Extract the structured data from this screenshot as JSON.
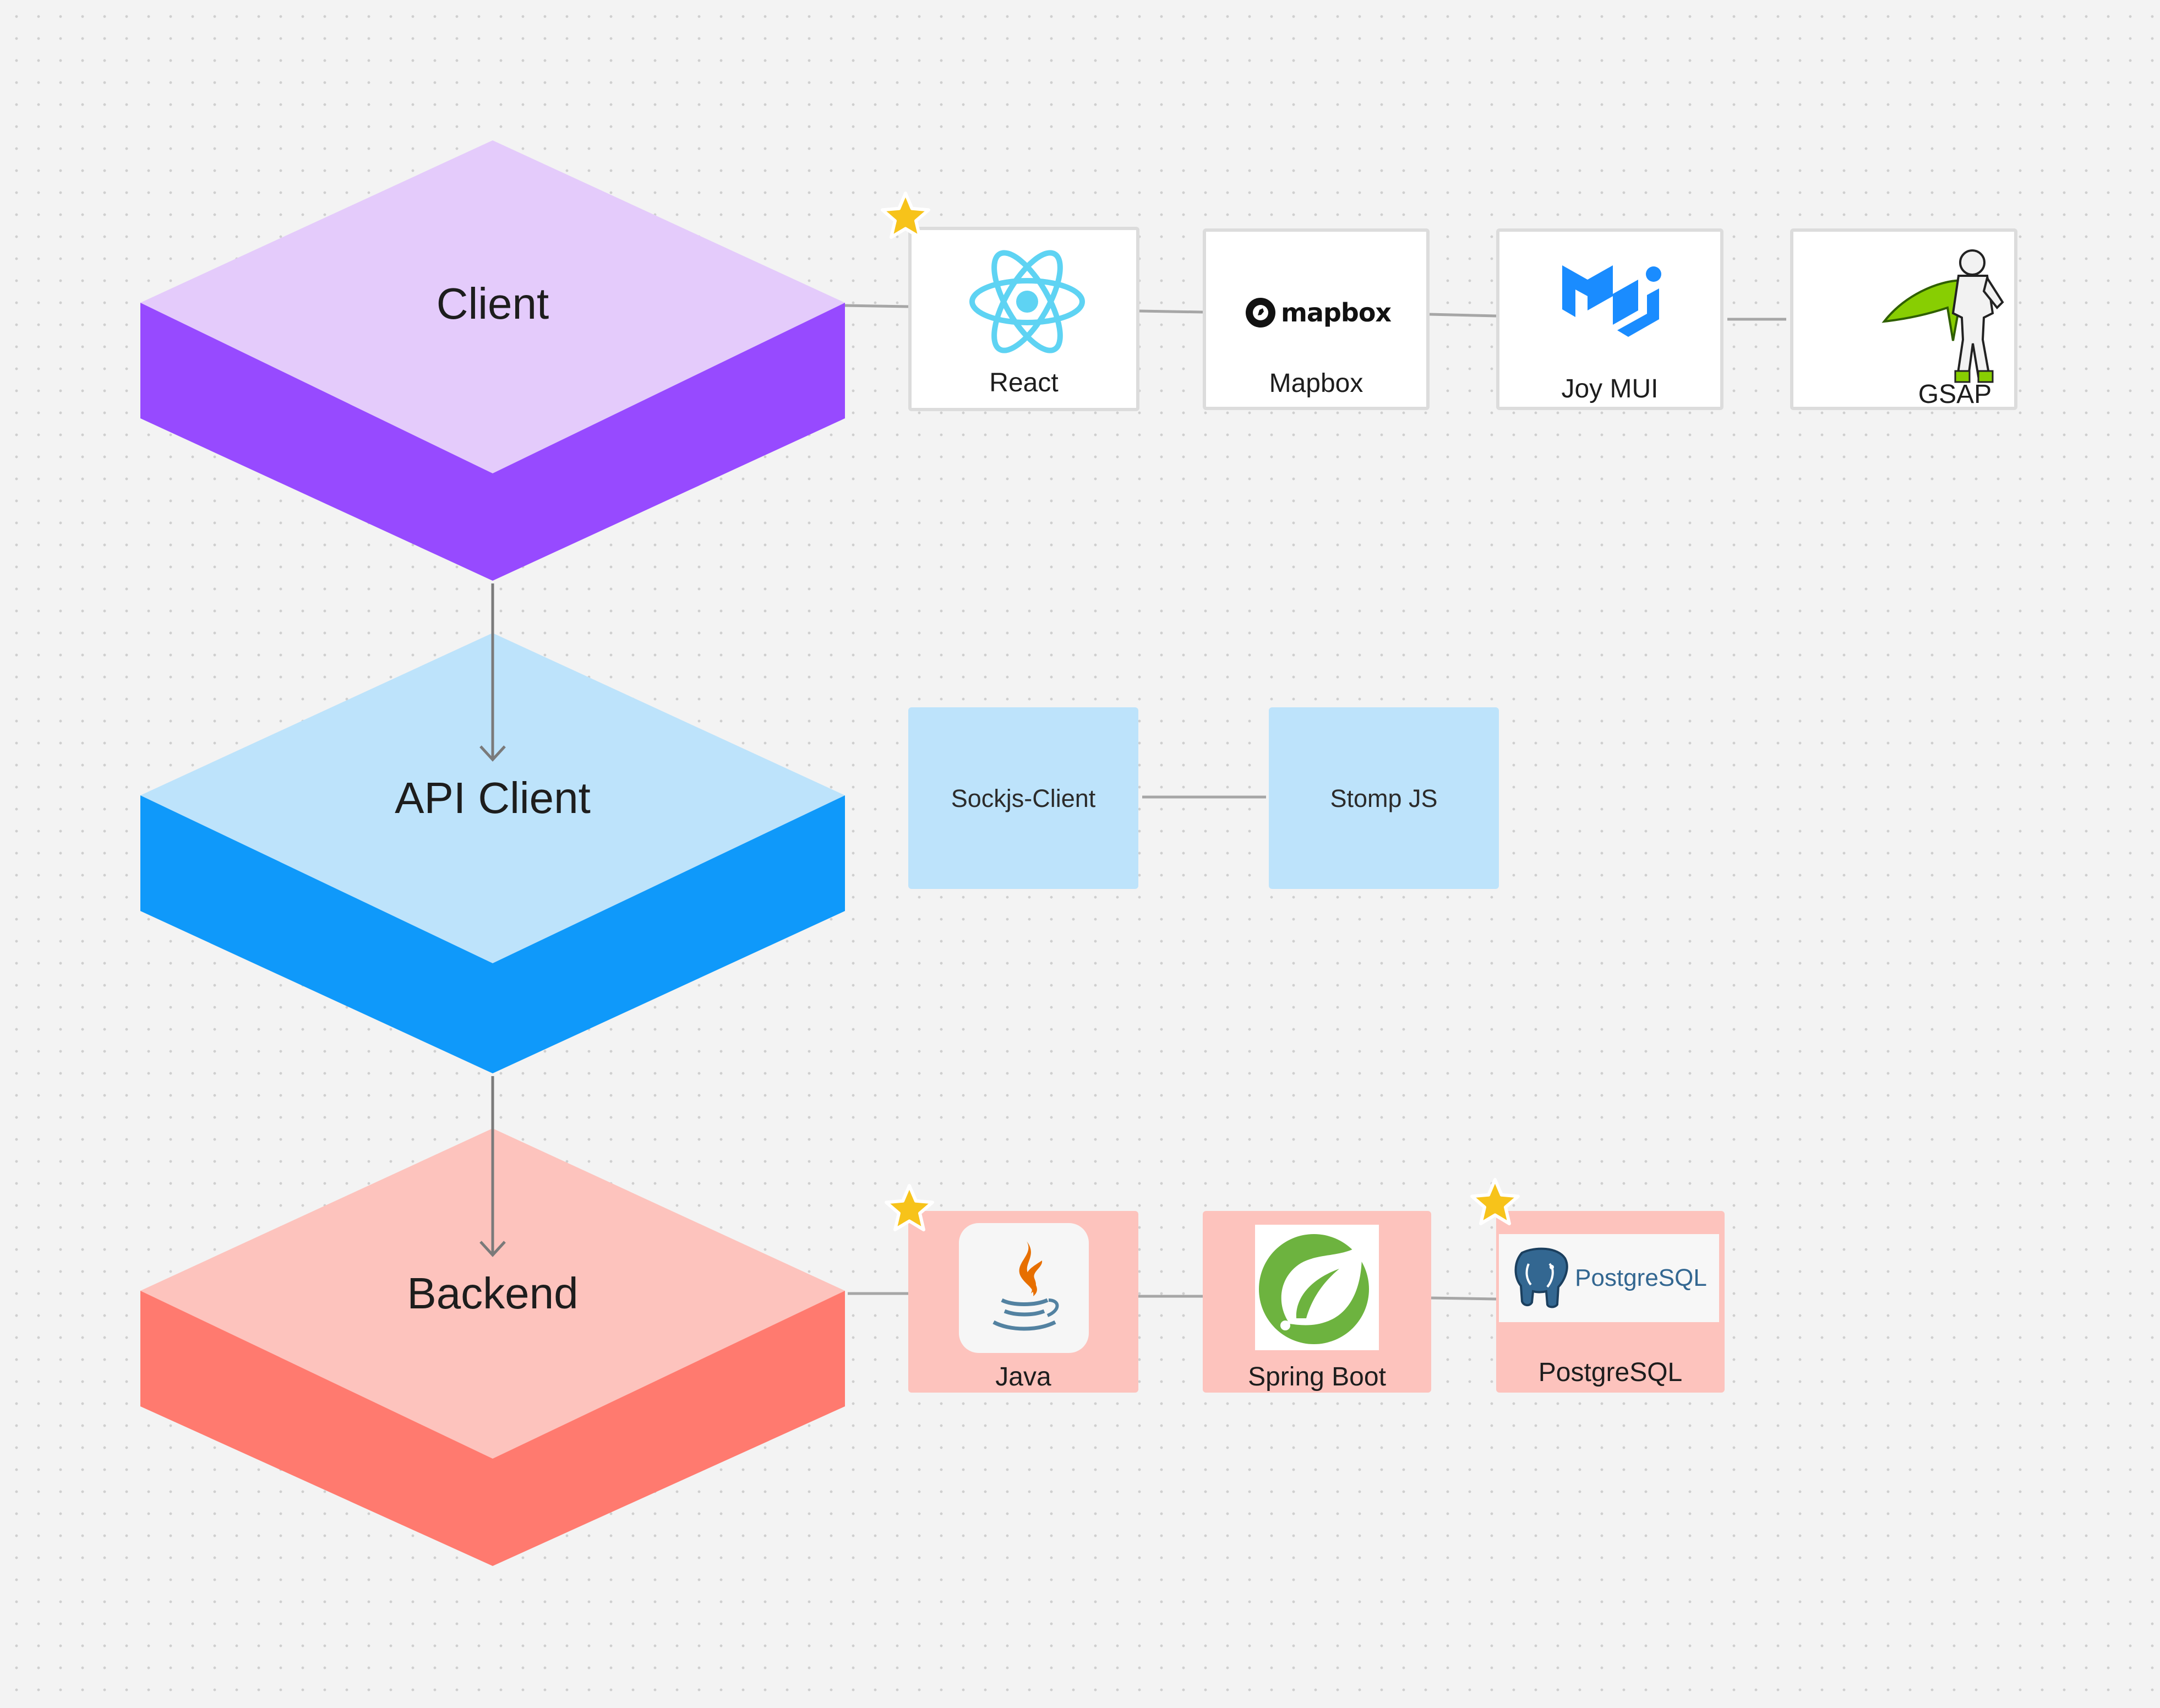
{
  "layers": [
    {
      "name": "Client",
      "top_color": "#e4cbfb",
      "side_color": "#974aff"
    },
    {
      "name": "API Client",
      "top_color": "#bde3fb",
      "side_color": "#0f99fa"
    },
    {
      "name": "Backend",
      "top_color": "#fdc3bd",
      "side_color": "#ff7a6f"
    }
  ],
  "client_stack": [
    {
      "label": "React",
      "logo": "react-logo",
      "starred": true
    },
    {
      "label": "Mapbox",
      "logo": "mapbox-logo",
      "logo_text": "mapbox",
      "starred": false
    },
    {
      "label": "Joy MUI",
      "logo": "mui-logo",
      "starred": false
    },
    {
      "label": "GSAP",
      "logo": "gsap-hero-logo",
      "starred": false
    }
  ],
  "api_client_stack": [
    {
      "label": "Sockjs-Client"
    },
    {
      "label": "Stomp JS"
    }
  ],
  "backend_stack": [
    {
      "label": "Java",
      "logo": "java-logo",
      "starred": true
    },
    {
      "label": "Spring Boot",
      "logo": "spring-leaf-logo",
      "starred": false
    },
    {
      "label": "PostgreSQL",
      "logo": "postgresql-logo",
      "logo_text": "PostgreSQL",
      "starred": true
    }
  ],
  "colors": {
    "background": "#f3f3f3",
    "card_border": "#dcdcdc",
    "connector": "#a6a6a6",
    "arrow": "#7a7a7a",
    "star": "#f7c31a"
  }
}
